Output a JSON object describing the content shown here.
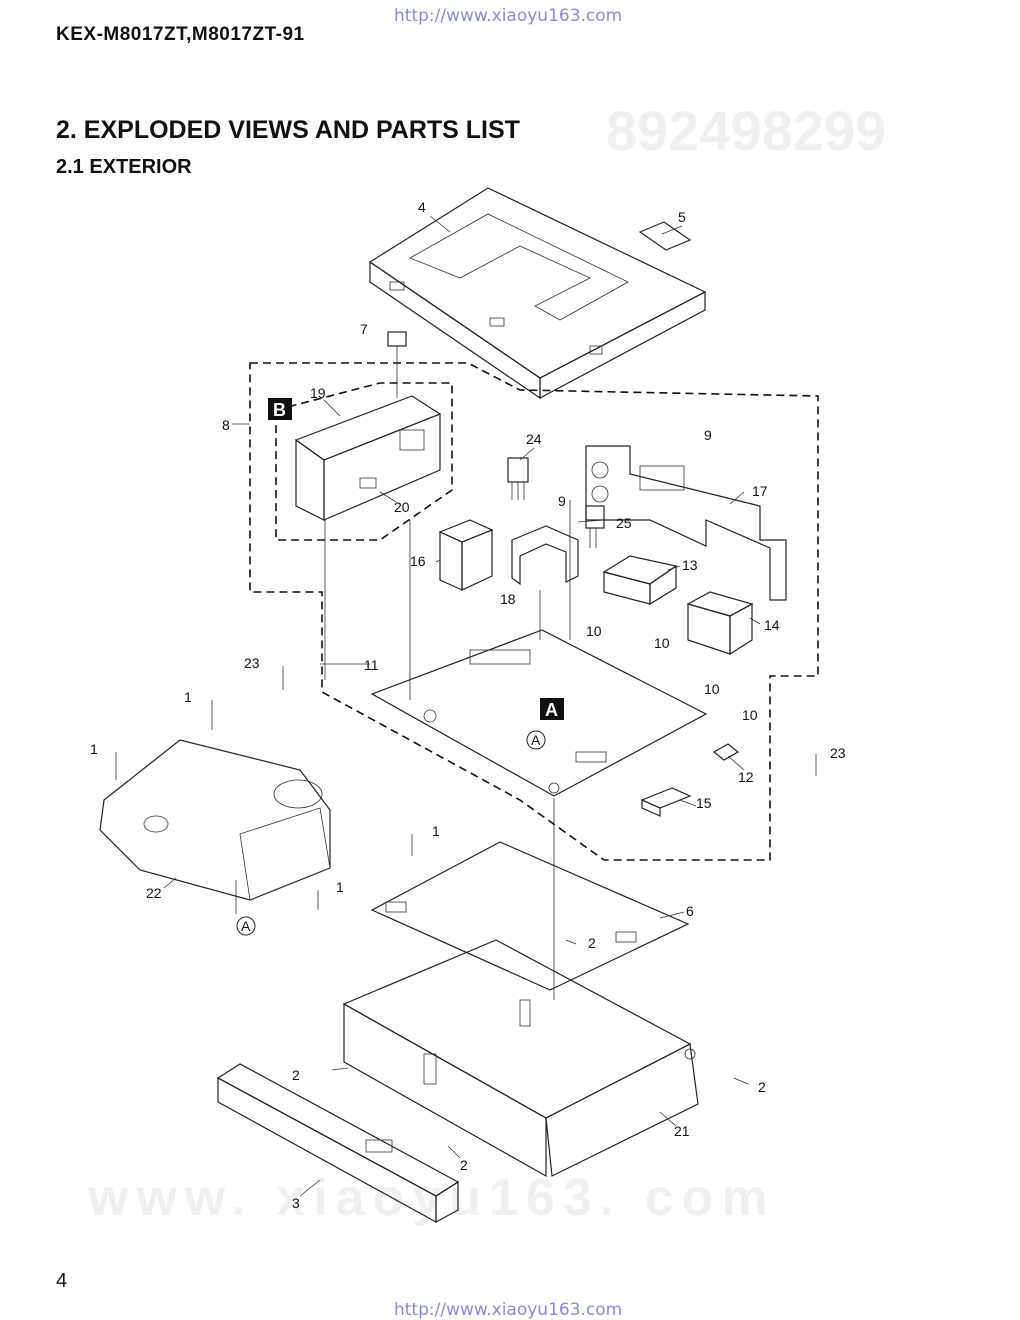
{
  "header": {
    "url": "http://www.xiaoyu163.com",
    "model": "KEX-M8017ZT,M8017ZT-91"
  },
  "section": {
    "title": "2. EXPLODED VIEWS AND PARTS LIST",
    "subtitle": "2.1 EXTERIOR"
  },
  "watermarks": {
    "top": "892498299",
    "bottom": "www. xiaoyu163. com"
  },
  "diagram": {
    "block_labels": {
      "a": "A",
      "b": "B"
    },
    "ref_a": "A",
    "parts": {
      "p1": "1",
      "p2": "2",
      "p3": "3",
      "p4": "4",
      "p5": "5",
      "p6": "6",
      "p7": "7",
      "p8": "8",
      "p9": "9",
      "p10": "10",
      "p11": "11",
      "p12": "12",
      "p13": "13",
      "p14": "14",
      "p15": "15",
      "p16": "16",
      "p17": "17",
      "p18": "18",
      "p19": "19",
      "p20": "20",
      "p21": "21",
      "p22": "22",
      "p23": "23",
      "p24": "24",
      "p25": "25"
    }
  },
  "footer": {
    "page_number": "4",
    "url": "http://www.xiaoyu163.com"
  }
}
